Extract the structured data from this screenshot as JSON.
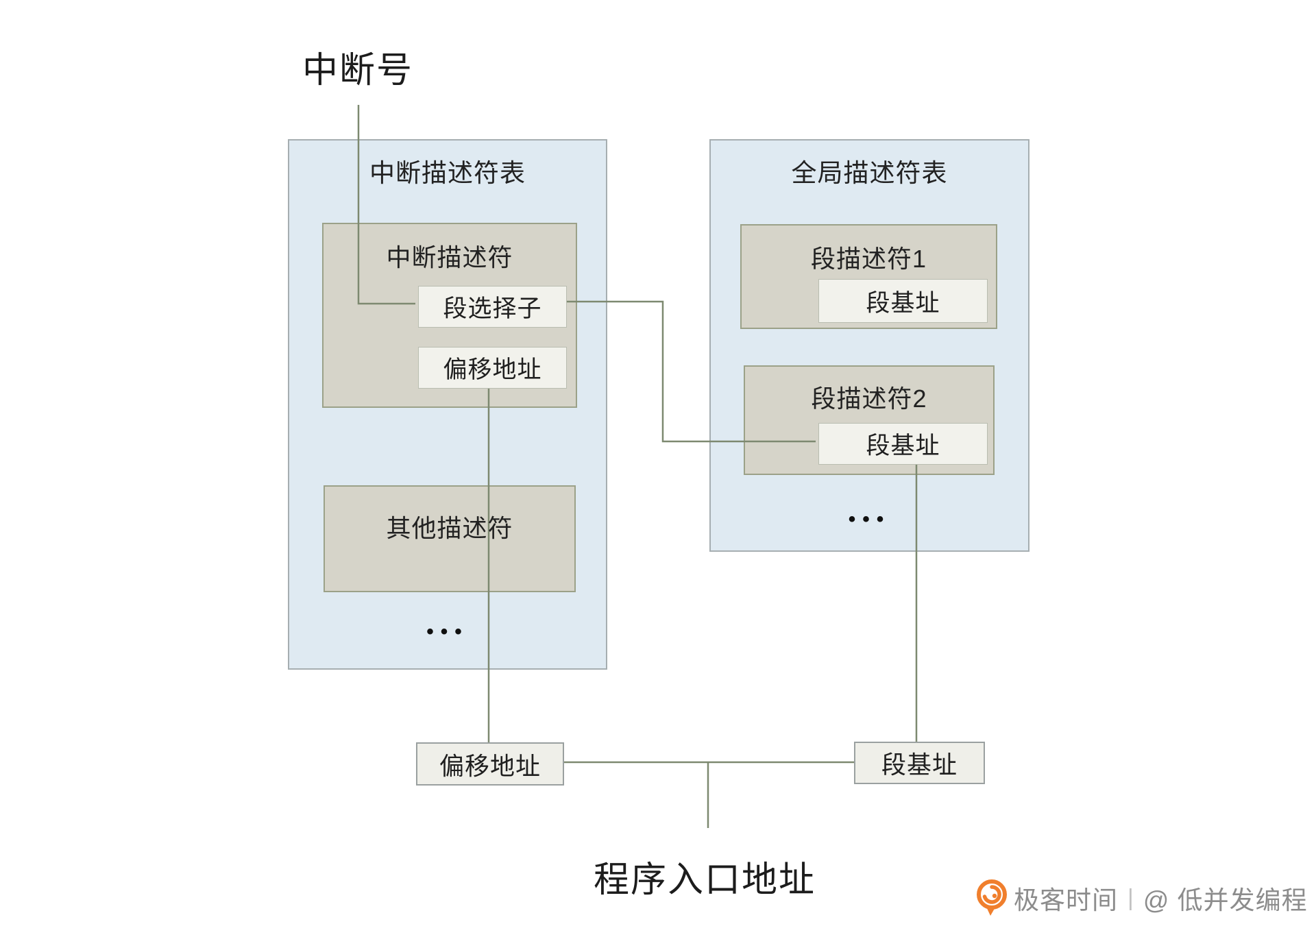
{
  "labels": {
    "interrupt_number": "中断号",
    "program_entry": "程序入口地址"
  },
  "idt": {
    "title": "中断描述符表",
    "descriptor": {
      "title": "中断描述符",
      "selector": "段选择子",
      "offset": "偏移地址"
    },
    "other_descriptor": "其他描述符",
    "dots": "•••"
  },
  "gdt": {
    "title": "全局描述符表",
    "descriptor1": {
      "title": "段描述符1",
      "base": "段基址"
    },
    "descriptor2": {
      "title": "段描述符2",
      "base": "段基址"
    },
    "dots": "•••"
  },
  "bottom": {
    "offset": "偏移地址",
    "base": "段基址"
  },
  "watermark": {
    "brand": "极客时间",
    "divider": "|",
    "author": "@ 低并发编程"
  },
  "colors": {
    "panel_fill": "#dfeaf2",
    "panel_border": "#a6aeb1",
    "block_fill": "#d6d4c9",
    "block_border": "#9ba188",
    "field_fill": "#f2f2ec",
    "io_box_fill": "#efefe9",
    "connector": "#7d8970",
    "text": "#1f1f1f",
    "brand_orange": "#f07f2d",
    "watermark_text": "#8c8c8c"
  }
}
